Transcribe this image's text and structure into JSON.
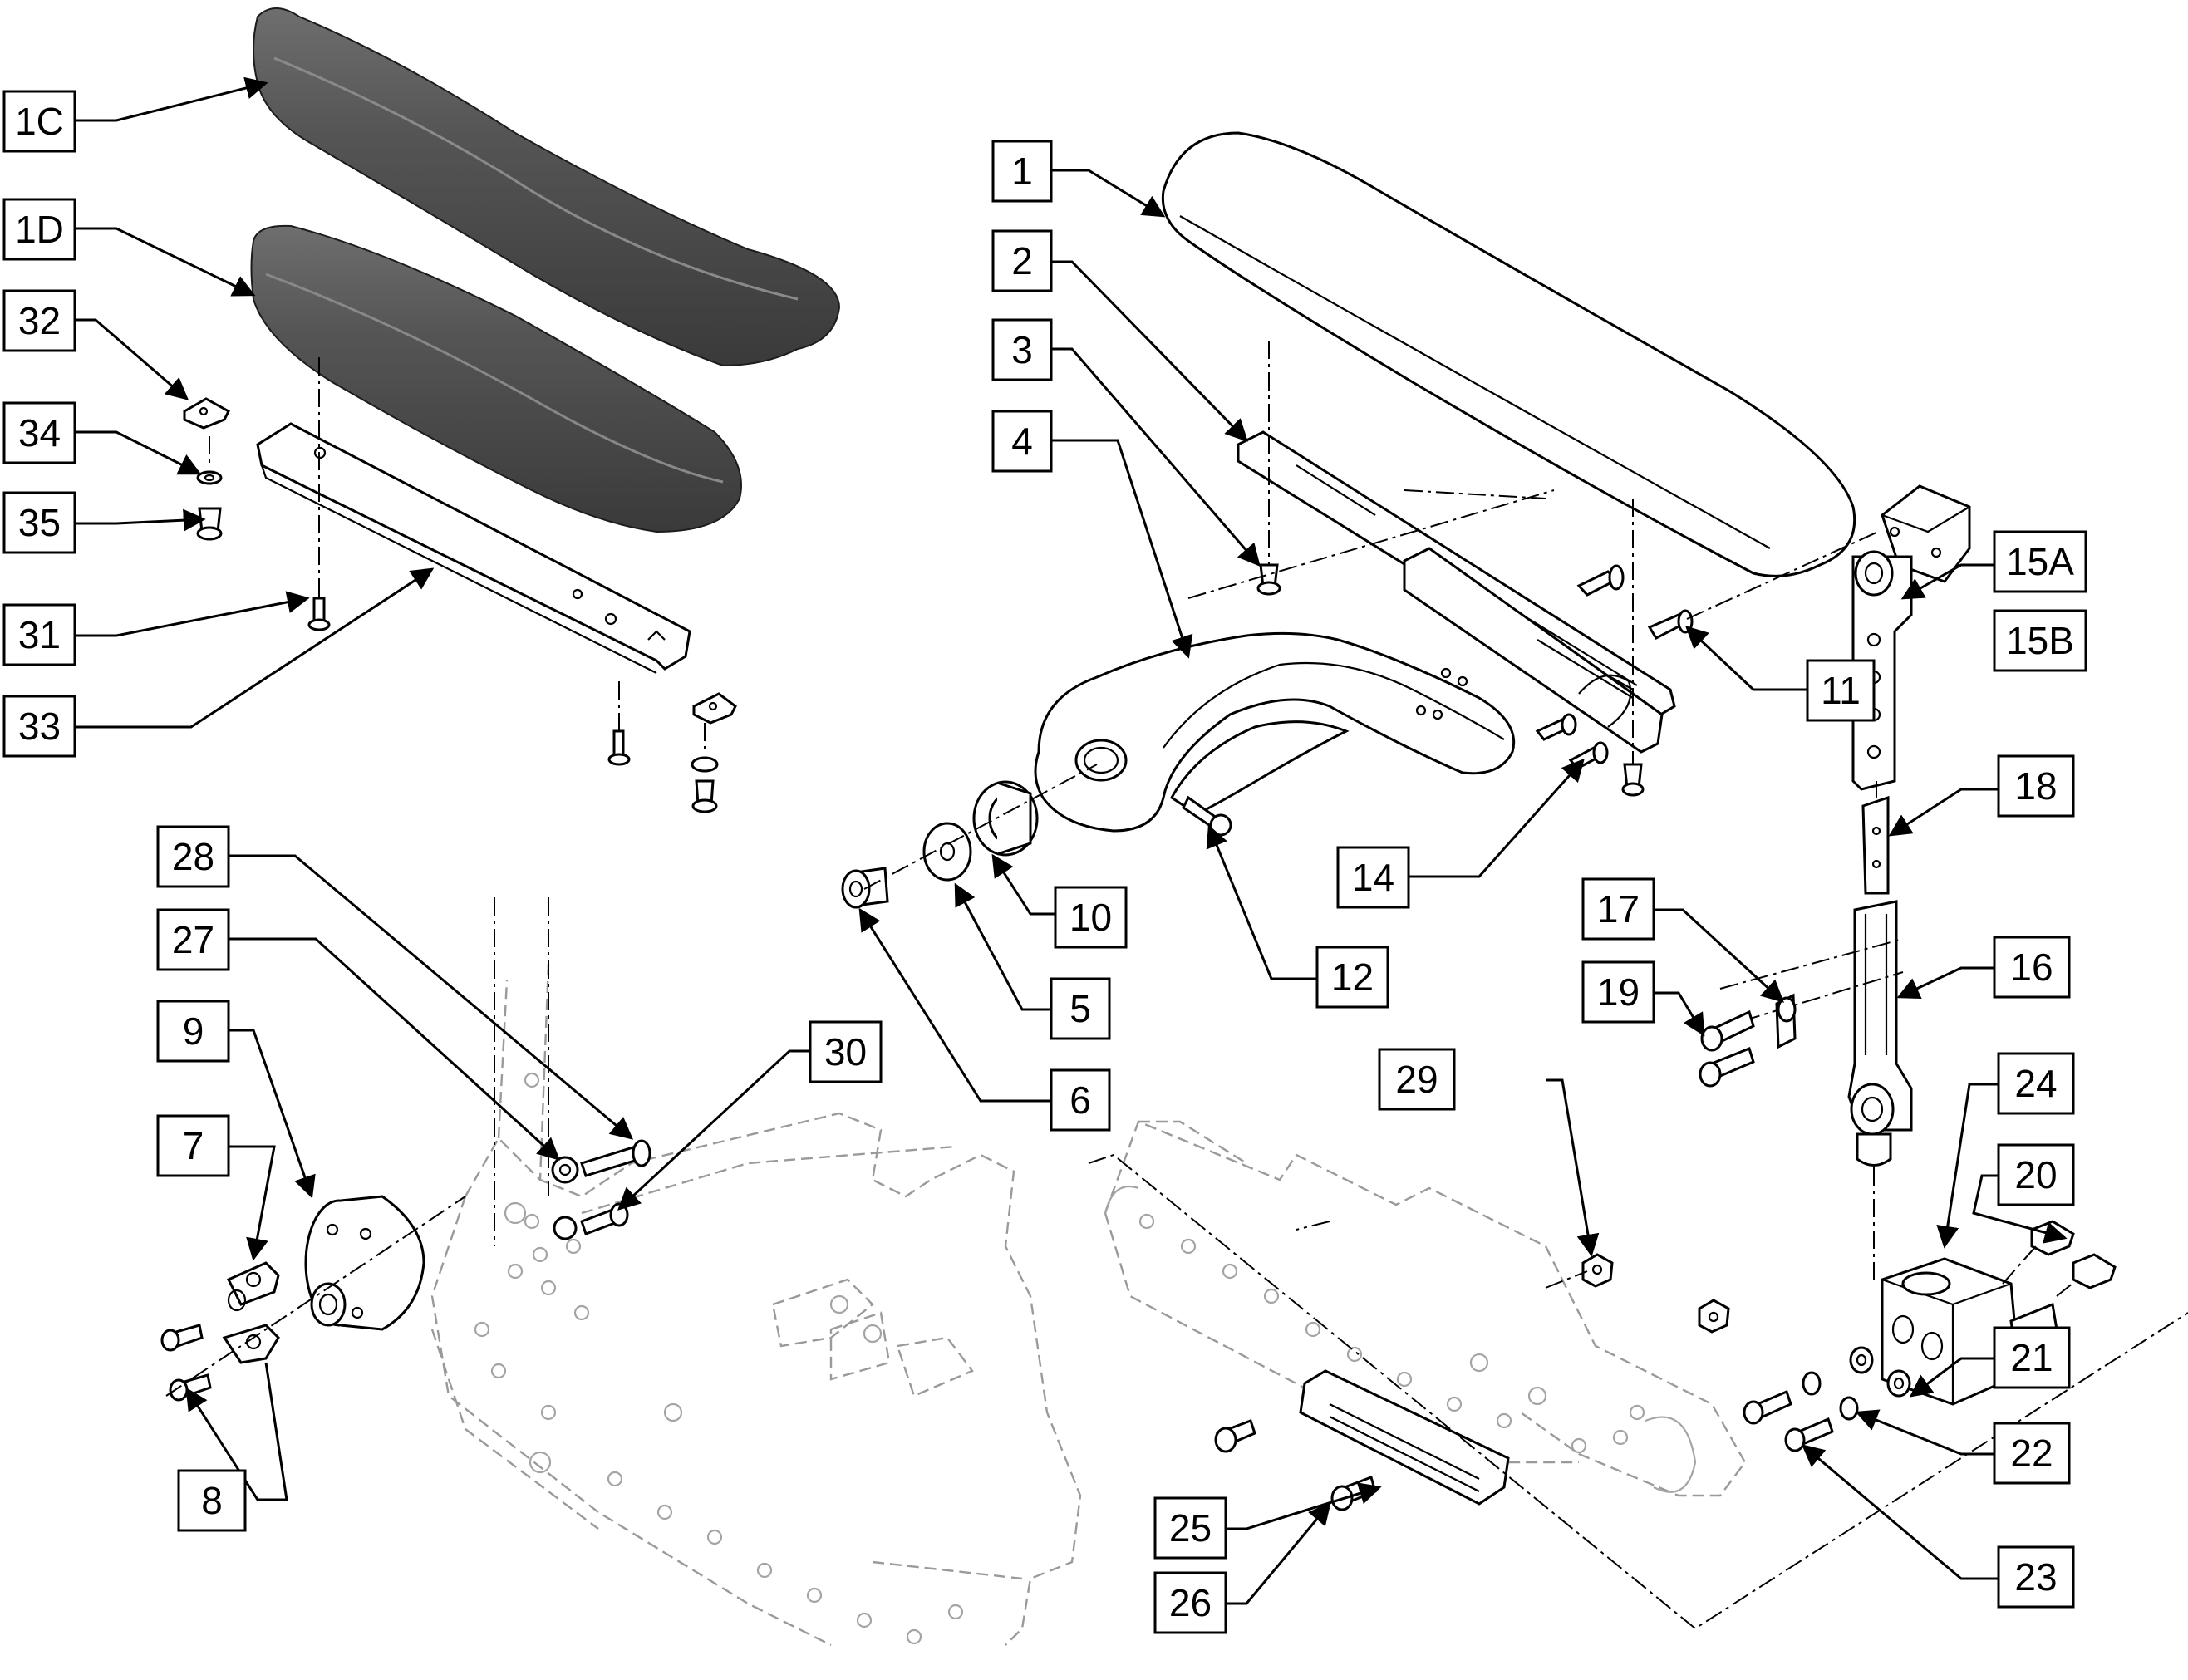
{
  "callouts": [
    {
      "label": "1C"
    },
    {
      "label": "1D"
    },
    {
      "label": "32"
    },
    {
      "label": "34"
    },
    {
      "label": "35"
    },
    {
      "label": "31"
    },
    {
      "label": "33"
    },
    {
      "label": "1"
    },
    {
      "label": "2"
    },
    {
      "label": "3"
    },
    {
      "label": "4"
    },
    {
      "label": "15A"
    },
    {
      "label": "15B"
    },
    {
      "label": "11"
    },
    {
      "label": "18"
    },
    {
      "label": "14"
    },
    {
      "label": "10"
    },
    {
      "label": "12"
    },
    {
      "label": "5"
    },
    {
      "label": "6"
    },
    {
      "label": "28"
    },
    {
      "label": "27"
    },
    {
      "label": "9"
    },
    {
      "label": "7"
    },
    {
      "label": "8"
    },
    {
      "label": "30"
    },
    {
      "label": "17"
    },
    {
      "label": "19"
    },
    {
      "label": "16"
    },
    {
      "label": "29"
    },
    {
      "label": "24"
    },
    {
      "label": "20"
    },
    {
      "label": "21"
    },
    {
      "label": "22"
    },
    {
      "label": "23"
    },
    {
      "label": "25"
    },
    {
      "label": "26"
    }
  ],
  "colors": {
    "line": "#000000",
    "ghost": "#9a9a9a",
    "pad_dark": "#4a4a4a",
    "pad_highlight": "#7a7a7a",
    "background": "#ffffff"
  }
}
